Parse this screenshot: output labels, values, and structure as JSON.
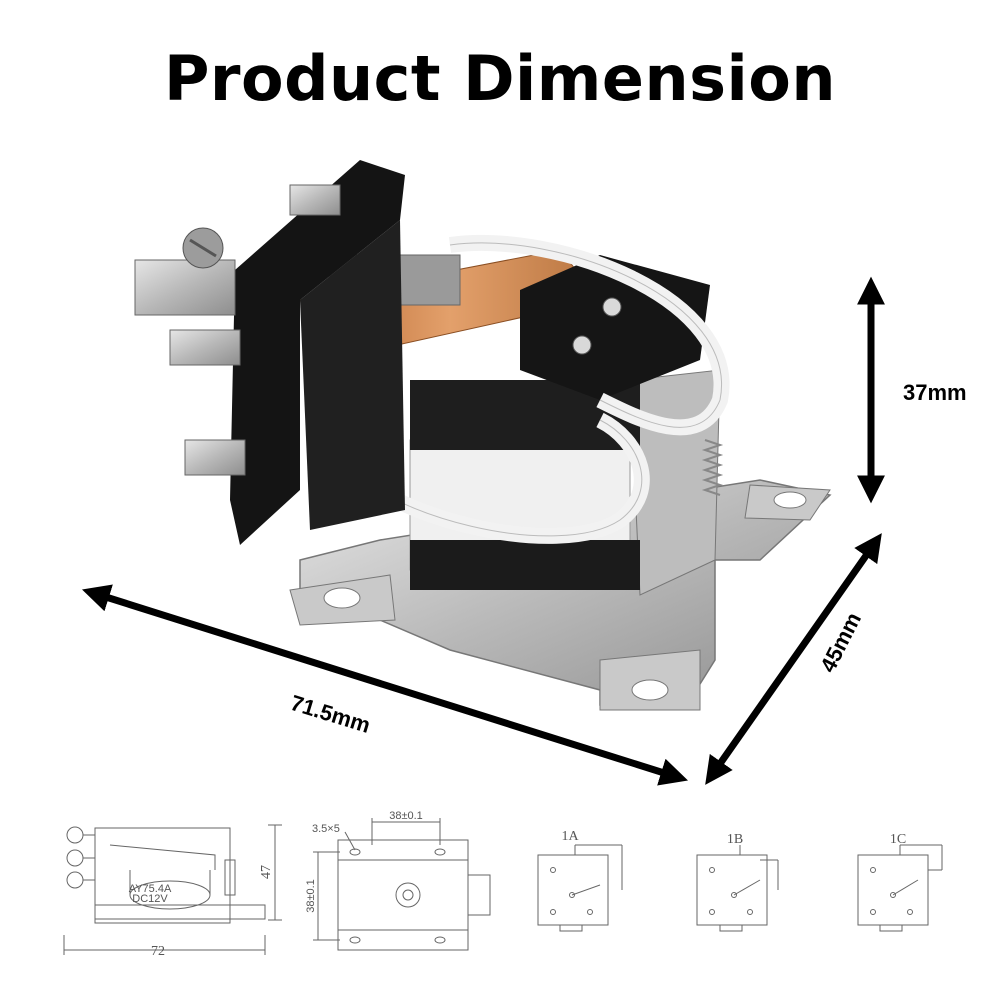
{
  "title": "Product Dimension",
  "dimensions": {
    "height": "37mm",
    "depth": "45mm",
    "length": "71.5mm"
  },
  "drawings": {
    "side_width": "72",
    "side_height": "47",
    "side_coil_label_1": "AY75.4A",
    "side_coil_label_2": "DC12V",
    "base_hole_label": "3.5×5",
    "base_spacing_top": "38±0.1",
    "base_spacing_side": "38±0.1",
    "schematics": [
      "1A",
      "1B",
      "1C"
    ]
  },
  "colors": {
    "arrow": "#000000",
    "line_drawing": "#666666"
  },
  "icons": [
    "relay-photo",
    "arrow-height",
    "arrow-depth",
    "arrow-length"
  ]
}
